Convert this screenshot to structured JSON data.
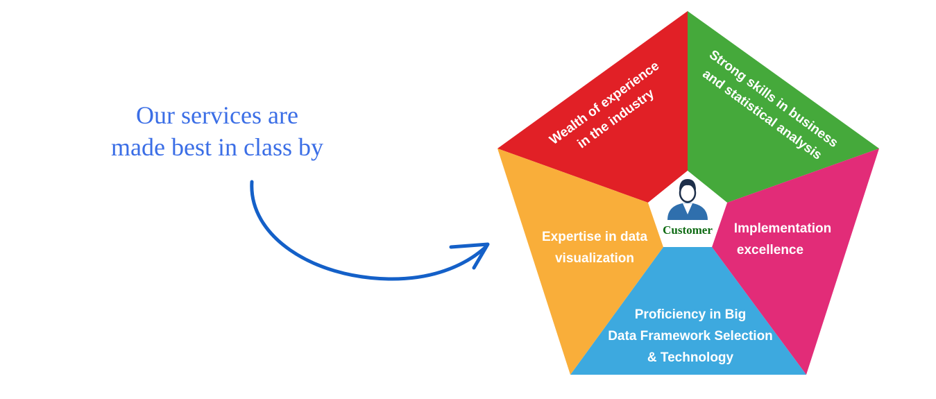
{
  "intro": {
    "line1": "Our services are",
    "line2": "made best in class by"
  },
  "center": {
    "label": "Customer",
    "icon": "customer-person-icon",
    "label_color": "#0d6a12"
  },
  "segments": {
    "top_left": {
      "line1": "Wealth of experience",
      "line2": "in the industry",
      "color": "#e12026"
    },
    "top_right": {
      "line1": "Strong skills in business",
      "line2": "and statistical analysis",
      "color": "#45a93b"
    },
    "right": {
      "line1": "Implementation",
      "line2": "excellence",
      "color": "#e22c78"
    },
    "bottom": {
      "line1": "Proficiency in Big",
      "line2": "Data Framework Selection",
      "line3": "& Technology",
      "color": "#3da9df"
    },
    "left": {
      "line1": "Expertise in data",
      "line2": "visualization",
      "color": "#f9ae3a"
    }
  },
  "arrow": {
    "icon": "curved-arrow-icon",
    "color": "#1460c8"
  }
}
